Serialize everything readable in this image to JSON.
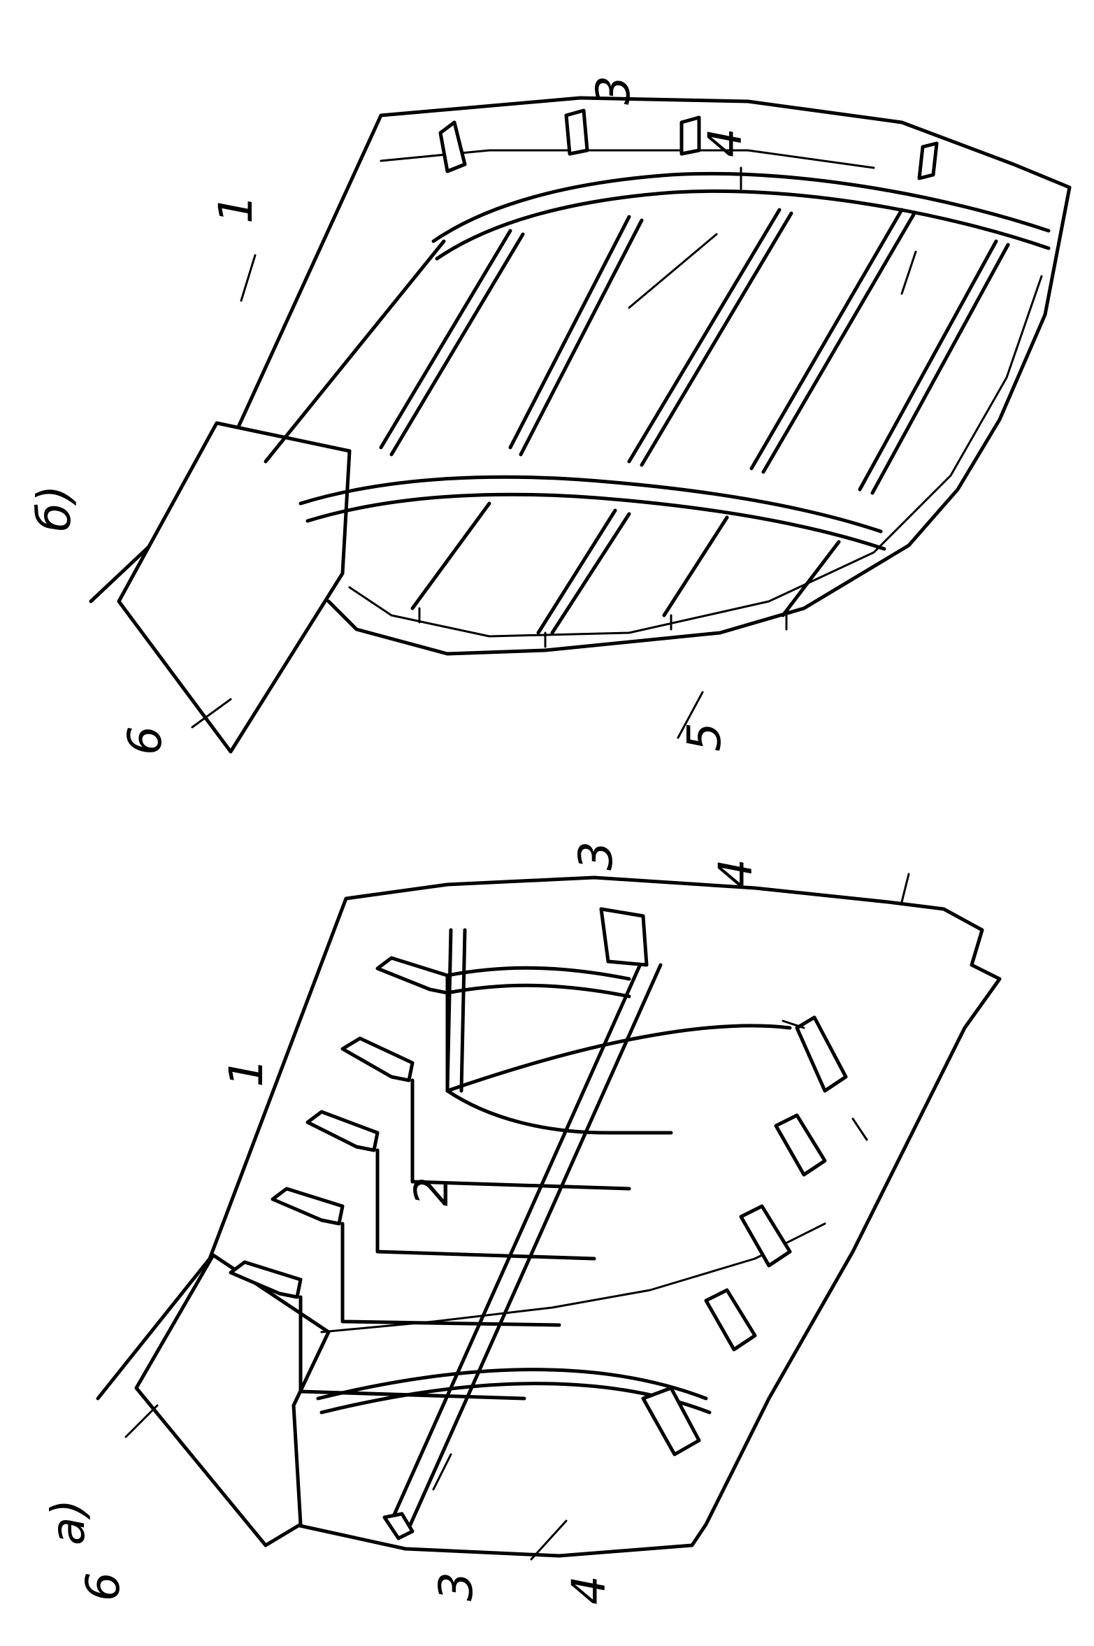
{
  "figure": {
    "panel_a": {
      "caption": "a)",
      "labels": [
        "1",
        "2",
        "3",
        "3",
        "4",
        "4",
        "6"
      ]
    },
    "panel_b": {
      "caption": "б)",
      "labels": [
        "1",
        "3",
        "4",
        "5",
        "6"
      ]
    }
  },
  "colors": {
    "ink": "#000000",
    "paper": "#ffffff"
  }
}
